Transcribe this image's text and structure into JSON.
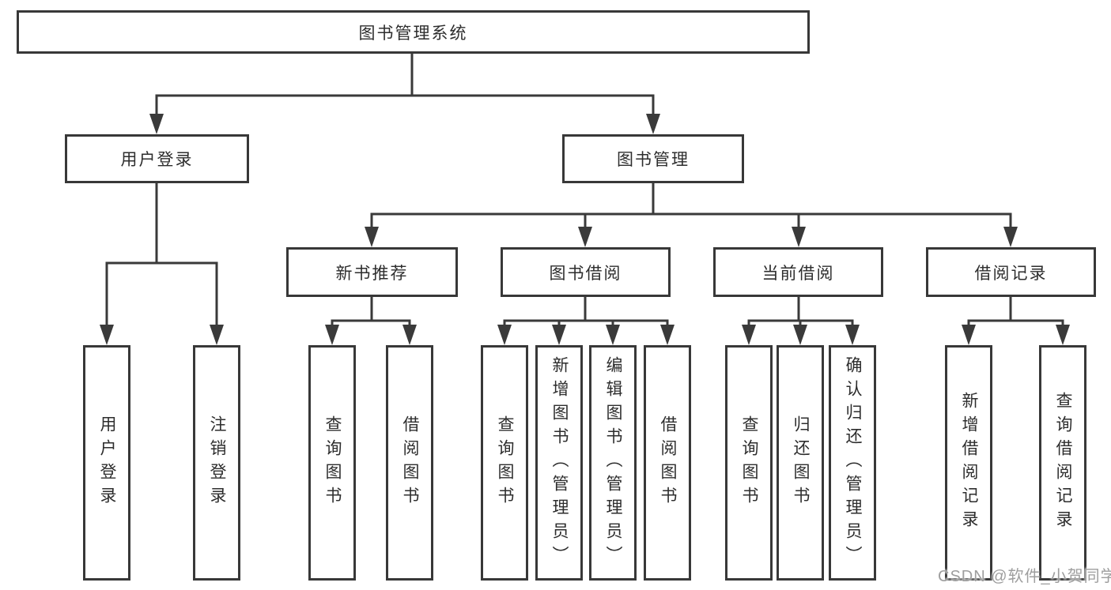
{
  "diagram": {
    "root": {
      "label": "图书管理系统"
    },
    "level2": [
      {
        "label": "用户登录"
      },
      {
        "label": "图书管理"
      }
    ],
    "level3": [
      {
        "label": "新书推荐"
      },
      {
        "label": "图书借阅"
      },
      {
        "label": "当前借阅"
      },
      {
        "label": "借阅记录"
      }
    ],
    "leaves": [
      {
        "label": "用户登录"
      },
      {
        "label": "注销登录"
      },
      {
        "label": "查询图书"
      },
      {
        "label": "借阅图书"
      },
      {
        "label": "查询图书"
      },
      {
        "label": "新增图书（管理员）"
      },
      {
        "label": "编辑图书（管理员）"
      },
      {
        "label": "借阅图书"
      },
      {
        "label": "查询图书"
      },
      {
        "label": "归还图书"
      },
      {
        "label": "确认归还（管理员）"
      },
      {
        "label": "新增借阅记录"
      },
      {
        "label": "查询借阅记录"
      }
    ]
  },
  "watermark": {
    "text": "CSDN @软件_小贺同学"
  },
  "colors": {
    "line": "#3a3a3a",
    "box_border": "#383838",
    "text": "#2d2d2d",
    "watermark": "#9e9e9e",
    "background": "#ffffff"
  }
}
